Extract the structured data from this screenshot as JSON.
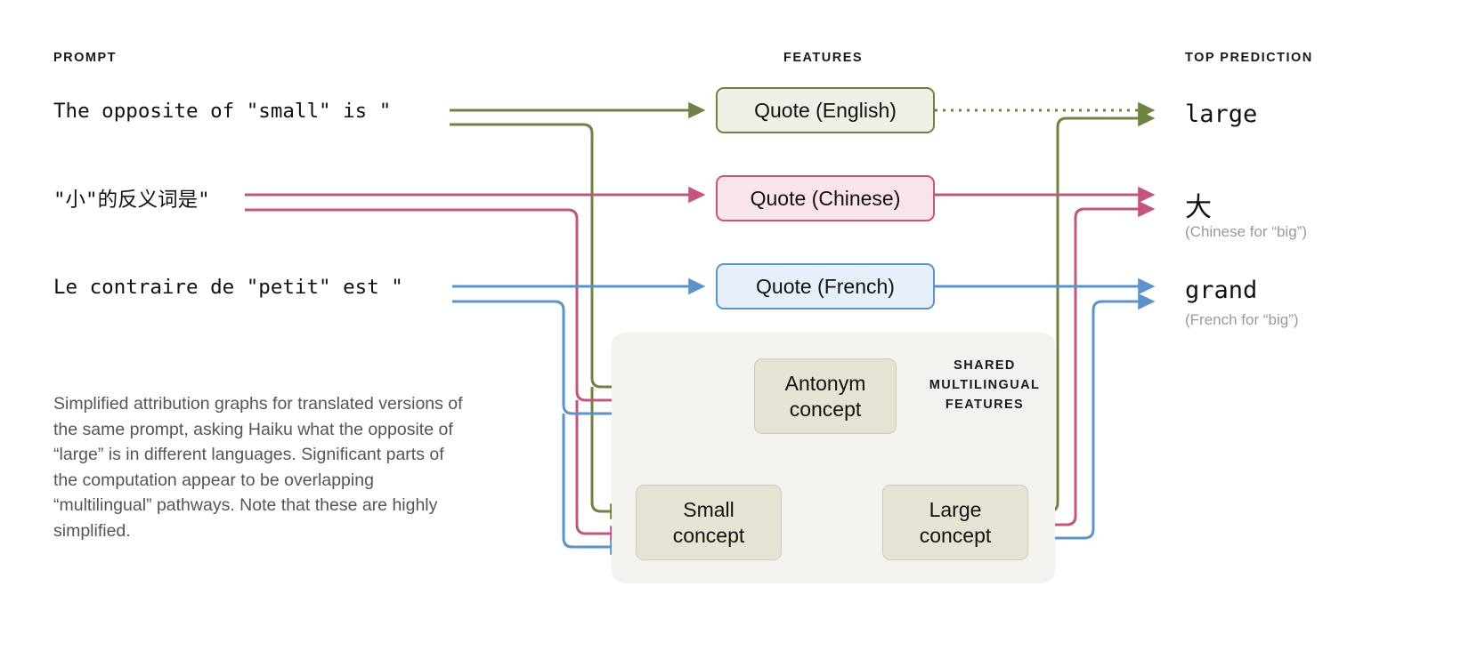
{
  "headers": {
    "prompt": "PROMPT",
    "features": "FEATURES",
    "top_prediction": "TOP PREDICTION",
    "shared_line1": "SHARED",
    "shared_line2": "MULTILINGUAL",
    "shared_line3": "FEATURES"
  },
  "prompts": [
    {
      "id": "english",
      "text": "The opposite of \"small\" is \""
    },
    {
      "id": "chinese",
      "text": "\"小\"的反义词是\""
    },
    {
      "id": "french",
      "text": "Le contraire de \"petit\" est \""
    }
  ],
  "features": [
    {
      "id": "quote-english",
      "label": "Quote (English)"
    },
    {
      "id": "quote-chinese",
      "label": "Quote (Chinese)"
    },
    {
      "id": "quote-french",
      "label": "Quote (French)"
    }
  ],
  "concepts": [
    {
      "id": "antonym",
      "line1": "Antonym",
      "line2": "concept"
    },
    {
      "id": "small",
      "line1": "Small",
      "line2": "concept"
    },
    {
      "id": "large",
      "line1": "Large",
      "line2": "concept"
    }
  ],
  "predictions": [
    {
      "id": "large",
      "word": "large",
      "note": ""
    },
    {
      "id": "da",
      "word": "大",
      "note": "(Chinese for “big”)"
    },
    {
      "id": "grand",
      "word": "grand",
      "note": "(French for “big”)"
    }
  ],
  "caption": "Simplified attribution graphs for translated versions of the same prompt, asking Haiku what the opposite of “large” is in different languages. Significant parts of the computation appear to be overlapping “multilingual” pathways. Note that these are highly simplified.",
  "colors": {
    "english": "#6f8243",
    "chinese": "#c2567f",
    "french": "#5c93ca",
    "english_fill": "#edf1e5",
    "chinese_fill": "#fae4ec",
    "french_fill": "#e7f0fa",
    "concept_fill": "#e6e3d5",
    "shared_bg": "#f2f2ef",
    "text": "#111111",
    "muted": "#9a9a9a"
  }
}
